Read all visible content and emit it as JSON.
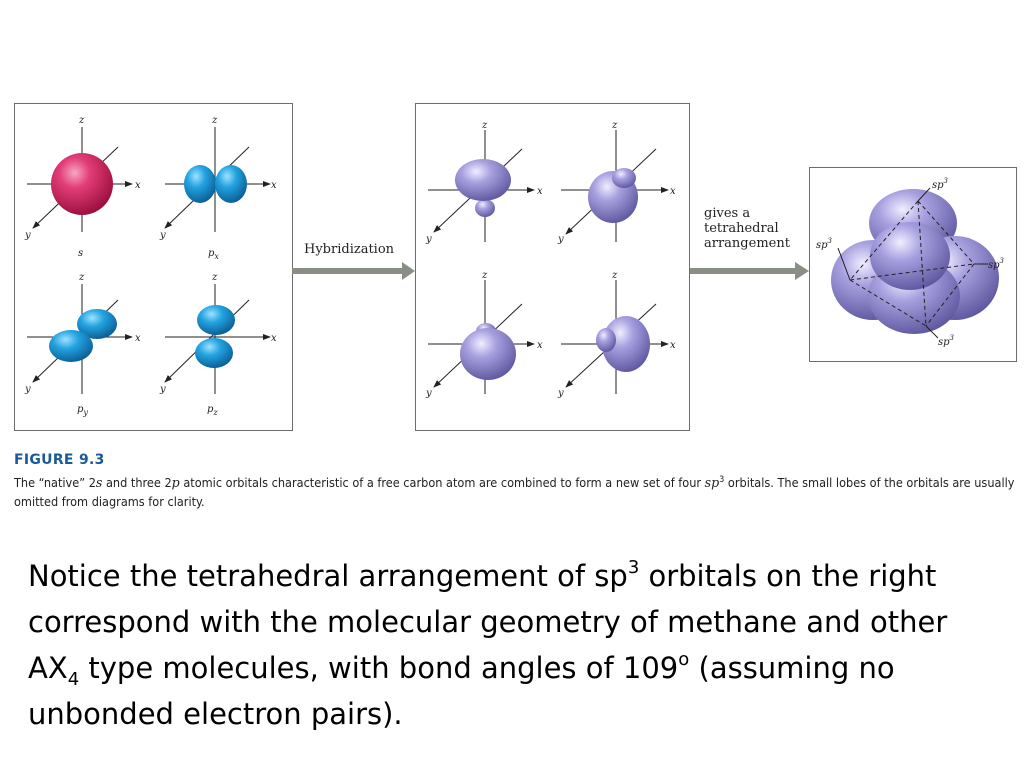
{
  "figure": {
    "axis_labels": {
      "z": "z",
      "x": "x",
      "y": "y"
    },
    "native_orbitals": [
      "s",
      "px",
      "py",
      "pz"
    ],
    "native_sub": {
      "px": "x",
      "py": "y",
      "pz": "z"
    },
    "arrow1_label": "Hybridization",
    "arrow2_label_lines": [
      "gives a",
      "tetrahedral",
      "arrangement"
    ],
    "sp3_label": "sp",
    "sp3_sup": "3",
    "figure_number": "FIGURE 9.3",
    "caption": {
      "part1": "The “native” ",
      "s_num": "2",
      "s_orb": "s",
      "part2": " and three ",
      "p_num": "2",
      "p_orb": "p",
      "part3": " atomic orbitals characteristic of a free carbon atom are combined to form a new set of four ",
      "sp": "sp",
      "sup": "3",
      "part4": " orbitals. The small lobes of the orbitals are usually omitted from diagrams for clarity."
    },
    "colors": {
      "s_orbital": "#d6245f",
      "p_orbital": "#1f9ad8",
      "hybrid": "#9b93d6",
      "arrow": "#8a8f86",
      "figure_title": "#1a5a9a"
    }
  },
  "notice": {
    "l1a": "Notice the tetrahedral arrangement of sp",
    "l1sup": "3",
    "l1b": " orbitals on the right correspond with the molecular geometry of methane and other AX",
    "l1sub": "4",
    "l1c": " type molecules, with bond angles of 109",
    "l1sup2": "o",
    "l1d": " (assuming no unbonded electron pairs)."
  }
}
